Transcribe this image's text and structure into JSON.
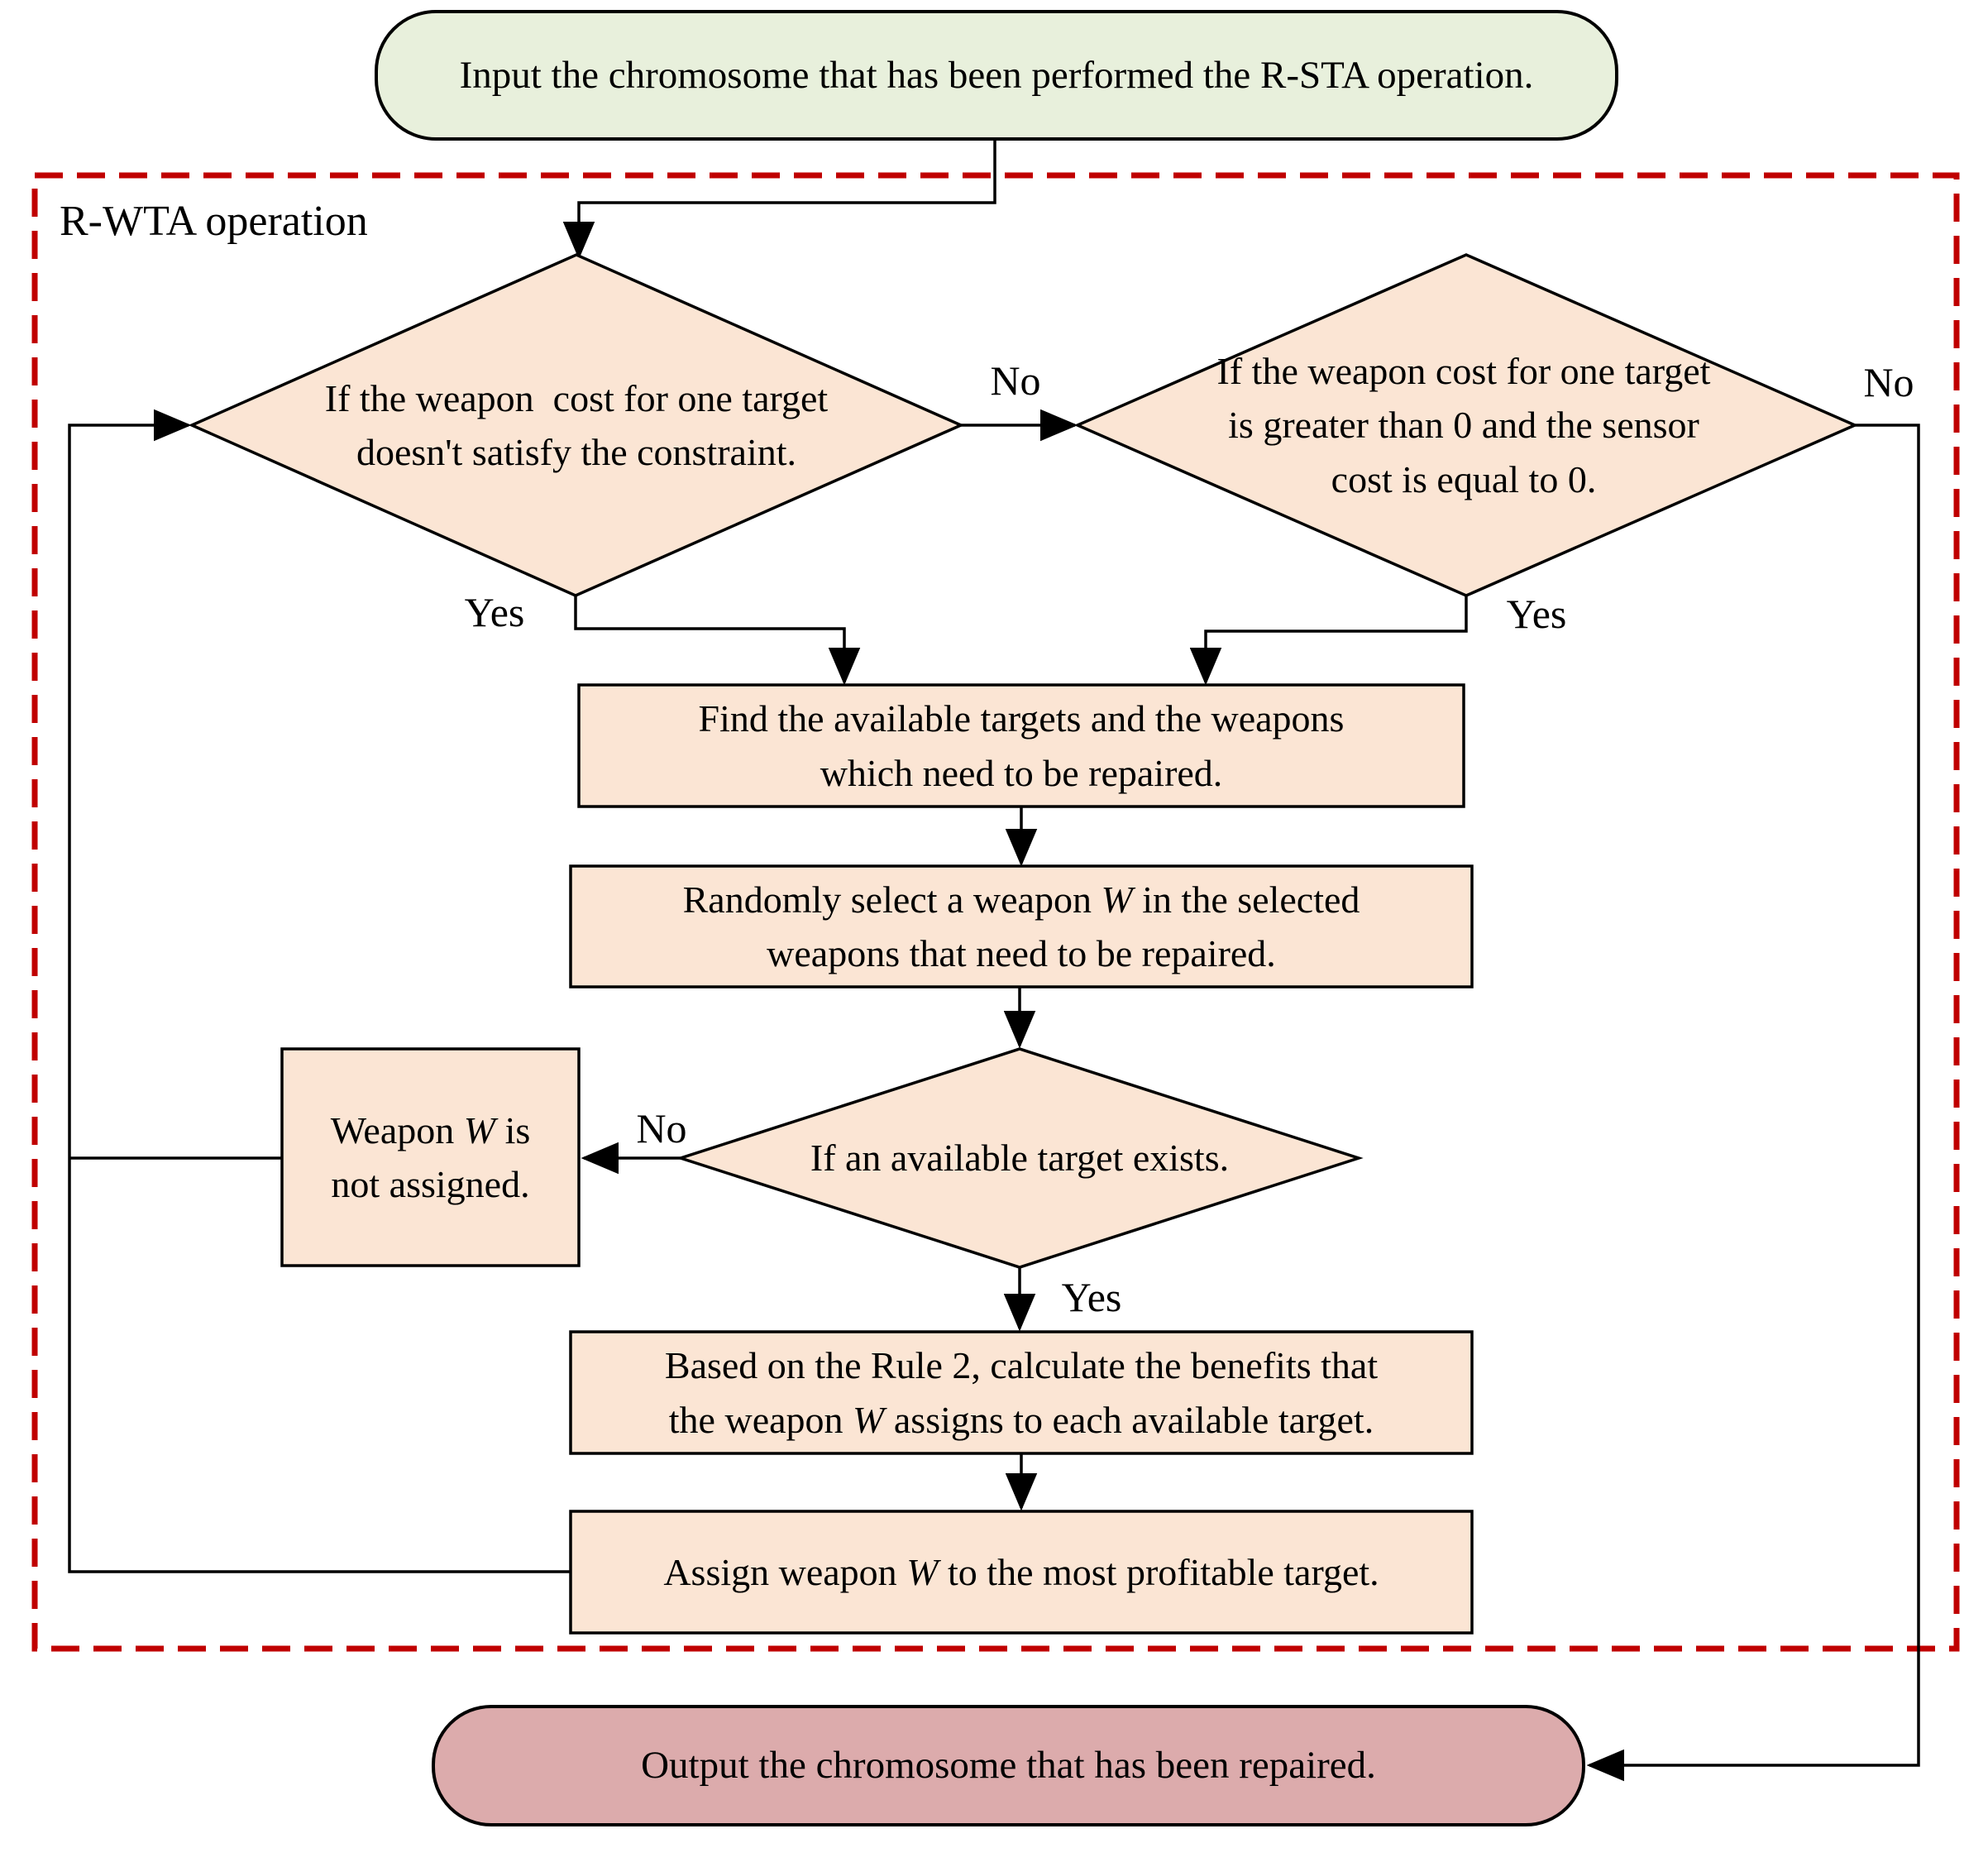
{
  "region": {
    "title": "R-WTA operation"
  },
  "colors": {
    "process_fill": "#fbe5d4",
    "input_fill": "#e8f0dc",
    "output_fill": "#dcabac",
    "dashed_border": "#c00000",
    "line_color": "#000000"
  },
  "nodes": {
    "input": {
      "label": "Input the chromosome that has been performed the R-STA operation."
    },
    "d1": {
      "lines": [
        "If the weapon  cost for one target",
        "doesn't satisfy the constraint."
      ]
    },
    "d2": {
      "lines": [
        "If the weapon cost for one target",
        "is greater than 0 and the sensor",
        "cost is equal to 0."
      ]
    },
    "find": {
      "lines": [
        "Find the available targets and the weapons",
        "which need to be repaired."
      ]
    },
    "random": {
      "lines": [
        "Randomly select a weapon W in the selected",
        "weapons that need to be repaired."
      ]
    },
    "exists": {
      "label": "If an available target exists."
    },
    "notassigned": {
      "lines": [
        "Weapon W is",
        "not assigned."
      ]
    },
    "rule2": {
      "lines": [
        "Based on the Rule 2, calculate the benefits that",
        "the weapon W assigns to each available target."
      ]
    },
    "assign": {
      "label": "Assign weapon W to the most profitable target."
    },
    "output": {
      "label": "Output the chromosome that has been repaired."
    }
  },
  "edge_labels": {
    "d1_no": "No",
    "d1_yes": "Yes",
    "d2_no": "No",
    "d2_yes": "Yes",
    "d3_no": "No",
    "d3_yes": "Yes"
  }
}
